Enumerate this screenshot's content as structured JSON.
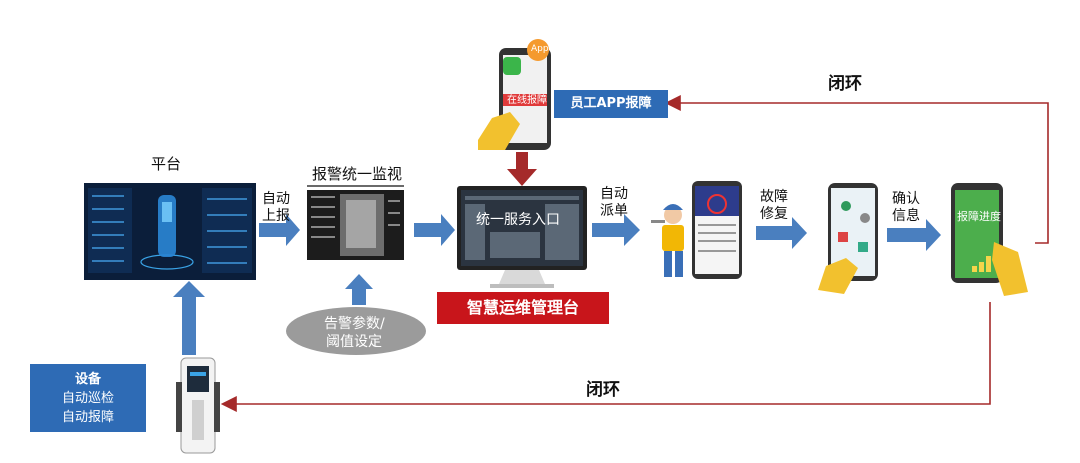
{
  "platform": {
    "title": "平台"
  },
  "monitor": {
    "title": "报警统一监视"
  },
  "alarm_params": {
    "line1": "告警参数/",
    "line2": "阈值设定"
  },
  "unified_service": {
    "screen_text": "统一服务入口"
  },
  "smart_ops": {
    "label": "智慧运维管理台"
  },
  "employee_app": {
    "label": "员工APP报障",
    "phone_button": "在线报障",
    "phone_badge": "App"
  },
  "device_box": {
    "line1": "设备",
    "line2": "自动巡检",
    "line3": "自动报障"
  },
  "steps": {
    "auto_report": [
      "自动",
      "上报"
    ],
    "auto_dispatch": [
      "自动",
      "派单"
    ],
    "fault_repair": [
      "故障",
      "修复"
    ],
    "confirm_info": [
      "确认",
      "信息"
    ]
  },
  "closed_loop_top": "闭环",
  "closed_loop_bottom": "闭环",
  "progress_phone": {
    "screen_text": "报障进度"
  },
  "colors": {
    "arrow_blue": "#4a7fbf",
    "loop_red": "#a52a2a",
    "box_blue": "#2e6bb5",
    "brand_red": "#c8151b"
  }
}
